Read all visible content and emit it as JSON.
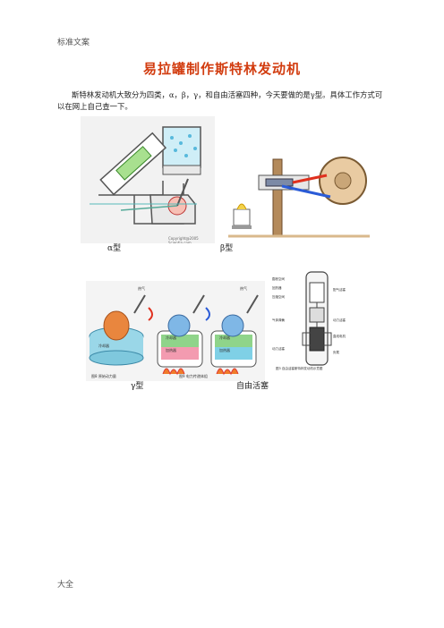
{
  "header": {
    "tag": "标准文案"
  },
  "footer": {
    "tag": "大全"
  },
  "title": "易拉罐制作斯特林发动机",
  "intro": "斯特林发动机大致分为四类，α，β，γ，和自由活塞四种，今天要做的是γ型。具体工作方式可以在网上自己查一下。",
  "figures": {
    "alpha": {
      "caption": "α型",
      "watermark": "Copyright@2005 Scientia.com"
    },
    "beta": {
      "caption": "β型"
    },
    "gamma": {
      "caption": "γ型",
      "labels": [
        "热气",
        "冷却器",
        "加热器",
        "冷却器",
        "加热器",
        "热气"
      ],
      "panel_labels": [
        "图8 原始动力量",
        "图9 电力传递体组",
        "冷却器"
      ]
    },
    "free_piston": {
      "caption": "自由活塞",
      "labels": [
        "膨胀空间",
        "回热器",
        "压缩空间",
        "配气活塞",
        "气体弹簧",
        "动力活塞",
        "直线电机",
        "动力活塞",
        "负载"
      ],
      "subcaption": "图3 自由活塞斯特林发动机示意图"
    }
  },
  "colors": {
    "title": "#d23c0f",
    "water": "#7fd0e6",
    "red": "#e0301e",
    "blue": "#2a5bd7"
  }
}
